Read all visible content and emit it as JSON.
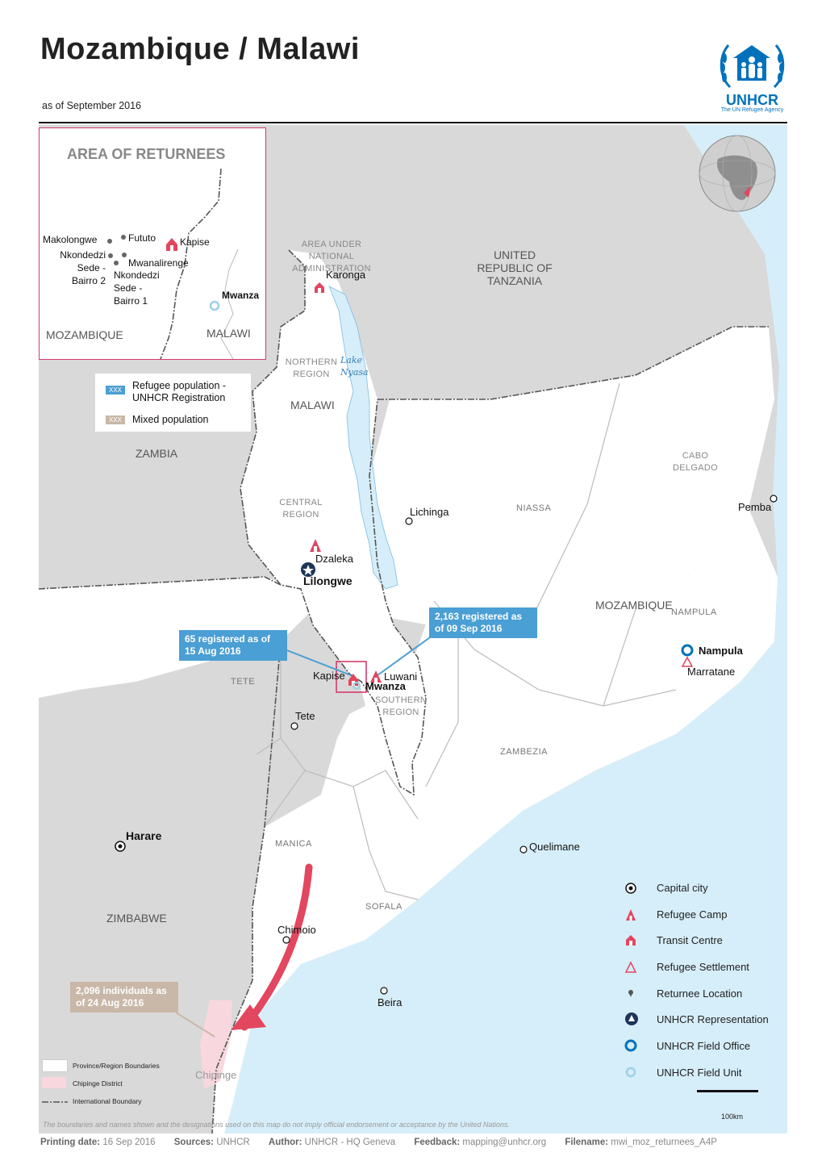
{
  "header": {
    "title": "Mozambique / Malawi",
    "date": "as of September 2016",
    "logo_name": "UNHCR",
    "logo_tagline": "The UN Refugee Agency"
  },
  "colors": {
    "water": "#d6eef9",
    "neighbor": "#d9d9d9",
    "camp": "#e2475f",
    "unhcr_blue": "#0072bc",
    "callout_blue": "#4a9fd4",
    "callout_tan": "#c9b8a8",
    "chipinge": "#f8d7df"
  },
  "inset": {
    "title": "AREA OF RETURNEES",
    "places": {
      "makolongwe": "Makolongwe",
      "fututo": "Fututo",
      "kapise": "Kapise",
      "nkondedzi2": "Nkondedzi Sede - Bairro 2",
      "mwanalirenge": "Mwanalirenge",
      "nkondedzi1": "Nkondedzi Sede - Bairro 1",
      "mwanza": "Mwanza",
      "mozambique": "MOZAMBIQUE",
      "malawi": "MALAWI"
    }
  },
  "population_legend": {
    "refugee_swatch": "XXX",
    "refugee_label": "Refugee population - UNHCR Registration",
    "mixed_swatch": "XXX",
    "mixed_label": "Mixed population"
  },
  "map_labels": {
    "area_under": "AREA UNDER NATIONAL ADMINISTRATION",
    "tanzania": "UNITED REPUBLIC OF TANZANIA",
    "karonga": "Karonga",
    "northern_region": "NORTHERN REGION",
    "lake": "Lake Nyasa",
    "malawi": "MALAWI",
    "zambia": "ZAMBIA",
    "cabo_delgado": "CABO DELGADO",
    "pemba": "Pemba",
    "central_region": "CENTRAL REGION",
    "lichinga": "Lichinga",
    "niassa": "NIASSA",
    "dzaleka": "Dzaleka",
    "lilongwe": "Lilongwe",
    "mozambique": "MOZAMBIQUE",
    "nampula_prov": "NAMPULA",
    "nampula": "Nampula",
    "marratane": "Marratane",
    "kapise": "Kapise",
    "luwani": "Luwani",
    "mwanza": "Mwanza",
    "tete_prov": "TETE",
    "southern_region": "SOUTHERN REGION",
    "tete": "Tete",
    "zambezia": "ZAMBEZIA",
    "harare": "Harare",
    "manica": "MANICA",
    "quelimane": "Quelimane",
    "zimbabwe": "ZIMBABWE",
    "sofala": "SOFALA",
    "chimoio": "Chimoio",
    "beira": "Beira",
    "chipinge": "Chipinge"
  },
  "callouts": {
    "kapise_reg": "65 registered as of 15 Aug 2016",
    "luwani_reg": "2,163 registered as of 09 Sep 2016",
    "chipinge_pop": "2,096 individuals as of 24 Aug 2016"
  },
  "symbol_legend": [
    {
      "icon": "capital-city-icon",
      "label": "Capital city"
    },
    {
      "icon": "refugee-camp-icon",
      "label": "Refugee Camp"
    },
    {
      "icon": "transit-centre-icon",
      "label": "Transit Centre"
    },
    {
      "icon": "refugee-settlement-icon",
      "label": "Refugee Settlement"
    },
    {
      "icon": "returnee-location-icon",
      "label": "Returnee Location"
    },
    {
      "icon": "unhcr-representation-icon",
      "label": "UNHCR Representation"
    },
    {
      "icon": "unhcr-field-office-icon",
      "label": "UNHCR Field Office"
    },
    {
      "icon": "unhcr-field-unit-icon",
      "label": "UNHCR Field Unit"
    }
  ],
  "boundary_legend": {
    "province": "Province/Region Boundaries",
    "chipinge": "Chipinge District",
    "international": "International Boundary"
  },
  "scale": "100km",
  "disclaimer": "The boundaries and names shown and the designations used on this map do not imply official endorsement or acceptance by the United Nations.",
  "footer": {
    "printing_label": "Printing date:",
    "printing_value": "16 Sep 2016",
    "sources_label": "Sources:",
    "sources_value": "UNHCR",
    "author_label": "Author:",
    "author_value": "UNHCR - HQ Geneva",
    "feedback_label": "Feedback:",
    "feedback_value": "mapping@unhcr.org",
    "filename_label": "Filename:",
    "filename_value": "mwi_moz_returnees_A4P"
  }
}
